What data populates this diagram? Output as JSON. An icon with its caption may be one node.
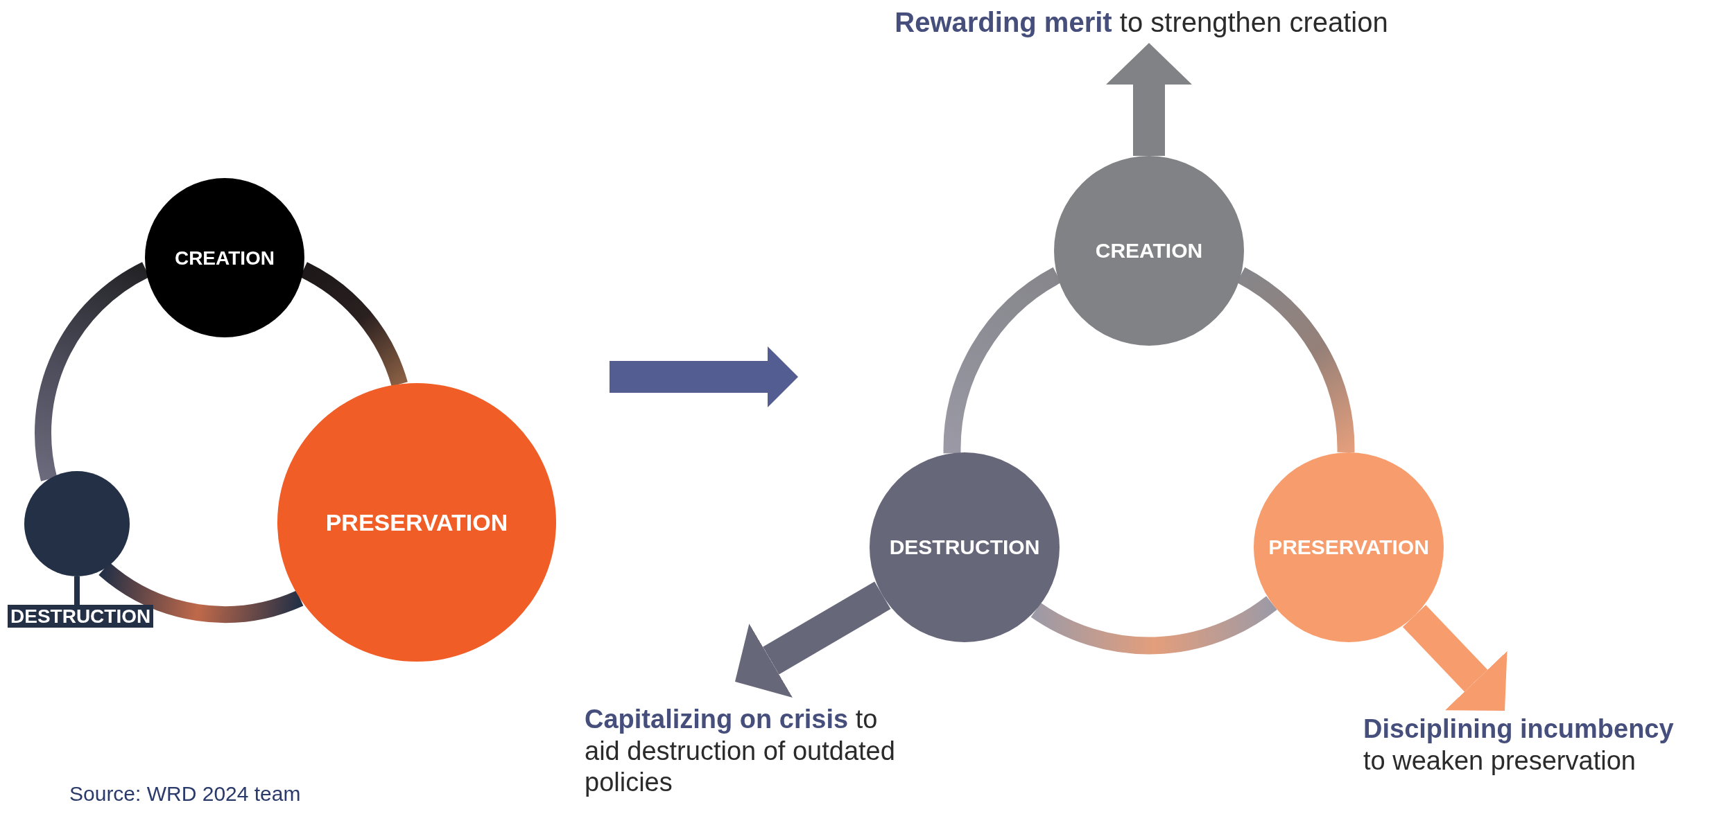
{
  "diagram": {
    "nodes": [
      {
        "text": [
          "CREATION"
        ]
      },
      {
        "text": [
          "PRESERVATION"
        ]
      },
      {
        "text": [],
        "shape": "circle"
      },
      {
        "text": [
          "DESTRUCTION"
        ]
      },
      {
        "text": [
          "CREATION"
        ]
      },
      {
        "text": [
          "DESTRUCTION"
        ]
      },
      {
        "text": [
          "PRESERVATION"
        ]
      },
      {
        "text": [
          "**Rewarding merit** to strengthen creation"
        ]
      },
      {
        "text": [
          "**Capitalizing on crisis** to aid destruction of outdated policies"
        ]
      },
      {
        "text": [
          "**Disciplining incumbency** to weaken preservation"
        ]
      }
    ],
    "edges": [
      {
        "from": 0,
        "to": 1,
        "arrow": "none"
      },
      {
        "from": 1,
        "to": 2,
        "arrow": "none"
      },
      {
        "from": 2,
        "to": 0,
        "arrow": "none"
      },
      {
        "from": 3,
        "to": 2,
        "arrow": "none"
      },
      {
        "from": 4,
        "to": 6,
        "arrow": "none"
      },
      {
        "from": 6,
        "to": 5,
        "arrow": "none"
      },
      {
        "from": 5,
        "to": 4,
        "arrow": "none"
      },
      {
        "from": 4,
        "to": 7,
        "arrow": "to",
        "color": "#818285"
      },
      {
        "from": 5,
        "to": 8,
        "arrow": "to",
        "color": "#67677a"
      },
      {
        "from": 6,
        "to": 9,
        "arrow": "to",
        "color": "#f79c6d"
      }
    ],
    "labels": [
      "Source: WRD 2024 team"
    ]
  }
}
